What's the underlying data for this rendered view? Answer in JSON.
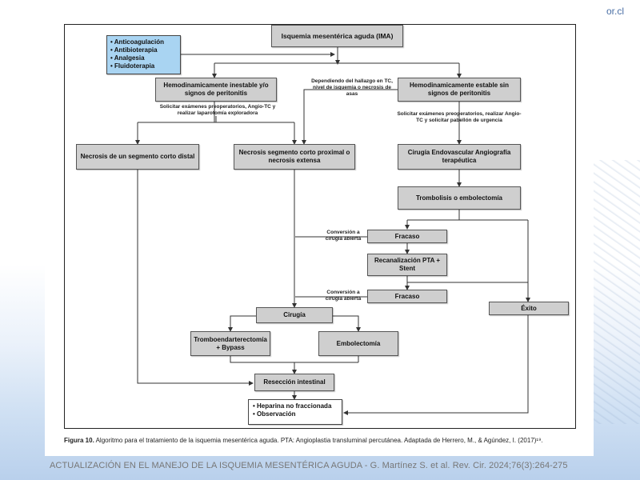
{
  "corner_text": "or.cl",
  "nodes": {
    "ima": "Isquemia mesentérica aguda (IMA)",
    "treatments": [
      "Anticoagulación",
      "Antibioterapia",
      "Analgesia",
      "Fluidoterapia"
    ],
    "unstable": "Hemodinamicamente inestable y/o signos de peritonitis",
    "stable": "Hemodinamicamente estable sin signos de peritonitis",
    "necrosis_short": "Necrosis de un segmento corto distal",
    "necrosis_extensive": "Necrosis segmento corto proximal o necrosis extensa",
    "endovascular": "Cirugía Endovascular Angiografía terapéutica",
    "thrombolysis": "Trombolisis o embolectomía",
    "failure1": "Fracaso",
    "recanalization": "Recanalización PTA + Stent",
    "failure2": "Fracaso",
    "success": "Éxito",
    "surgery": "Cirugía",
    "thromboend": "Tromboendarterectomía + Bypass",
    "embolectomy": "Embolectomía",
    "resection": "Resección intestinal",
    "final": [
      "Heparina no fraccionada",
      "Observación"
    ]
  },
  "notes": {
    "depending": "Dependiendo del hallazgo en TC, nivel de isquemia o necrosis de asas",
    "unstable_exams": "Solicitar exámenes preoperatorios, Angio-TC y realizar laparotomía exploradora",
    "stable_exams": "Solicitar exámenes preoperatorios, realizar Angio-TC y solicitar pabellón de urgencia",
    "conversion1": "Conversión a cirugía abierta",
    "conversion2": "Conversión a cirugía abierta"
  },
  "caption": {
    "label": "Figura 10.",
    "text": "Algoritmo para el tratamiento de la isquemia mesentérica aguda. PTA: Angioplastia transluminal percutánea. Adaptada de Herrero, M., & Agúndez, I. (2017)¹⁹."
  },
  "footer": "ACTUALIZACIÓN EN EL MANEJO DE LA ISQUEMIA MESENTÉRICA AGUDA - G. Martínez S. et al. Rev. Cir. 2024;76(3):264-275"
}
